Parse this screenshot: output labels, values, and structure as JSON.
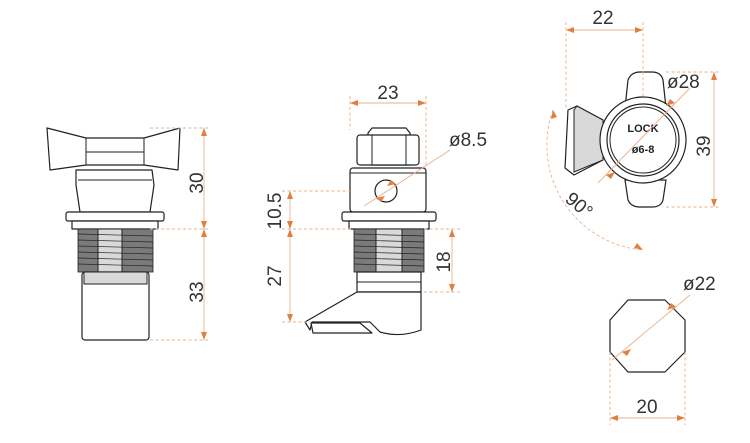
{
  "front_view": {
    "dim_height_upper": "30",
    "dim_height_lower": "33"
  },
  "side_view": {
    "dim_width": "23",
    "dim_hole_diameter": "ø8.5",
    "dim_flange": "10.5",
    "dim_total": "27",
    "dim_thread": "18"
  },
  "top_view": {
    "dim_width": "22",
    "dim_diameter": "ø28",
    "dim_height": "39",
    "rotation_angle": "90°",
    "face_text_line1": "LOCK",
    "face_text_line2": "ø6-8"
  },
  "cutout_view": {
    "dim_diameter": "ø22",
    "dim_width": "20"
  },
  "colors": {
    "dimension_line": "#e9b08c",
    "arrow": "#e07f3e",
    "outline": "#222222"
  }
}
